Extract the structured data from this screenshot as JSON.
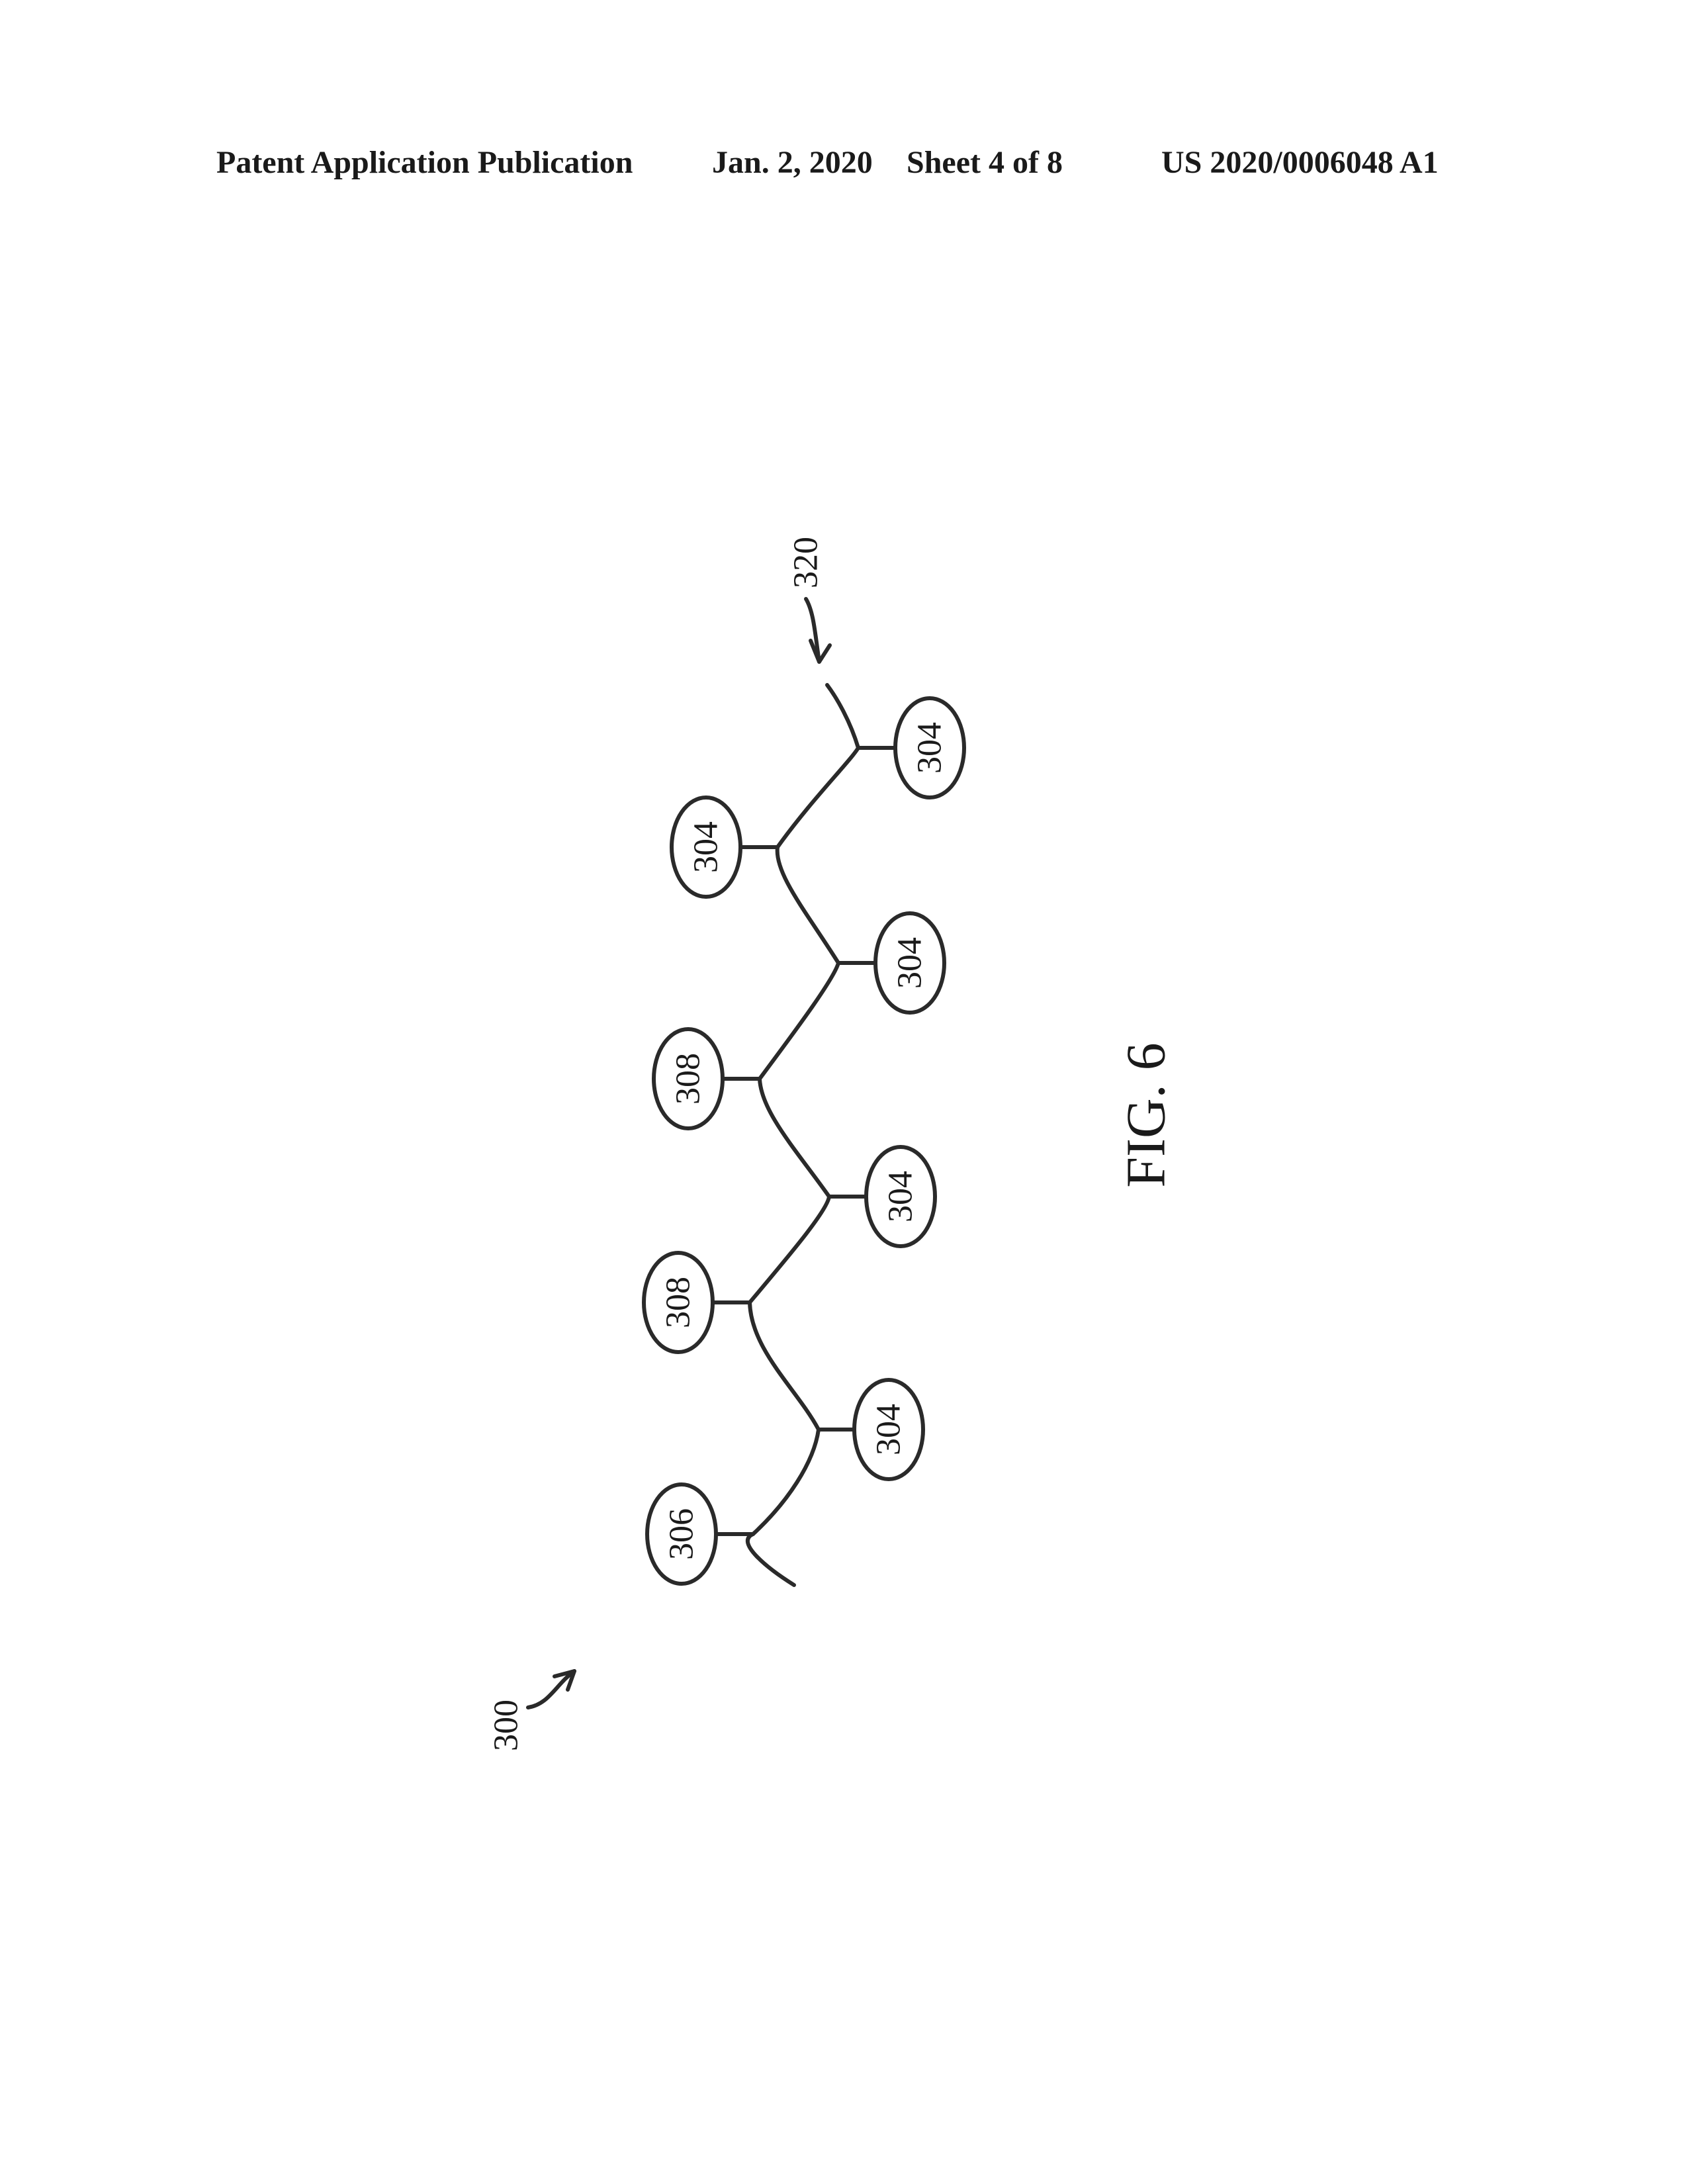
{
  "header": {
    "publication": "Patent Application Publication",
    "date": "Jan. 2, 2020",
    "sheet": "Sheet 4 of 8",
    "number": "US 2020/0006048 A1"
  },
  "figure": {
    "caption": "FIG. 6",
    "chain_ref": "320",
    "assembly_ref": "300",
    "nodes": [
      {
        "label": "306",
        "side": "left"
      },
      {
        "label": "304",
        "side": "right"
      },
      {
        "label": "308",
        "side": "left"
      },
      {
        "label": "304",
        "side": "right"
      },
      {
        "label": "308",
        "side": "left"
      },
      {
        "label": "304",
        "side": "right"
      },
      {
        "label": "304",
        "side": "left"
      },
      {
        "label": "304",
        "side": "right"
      }
    ]
  }
}
